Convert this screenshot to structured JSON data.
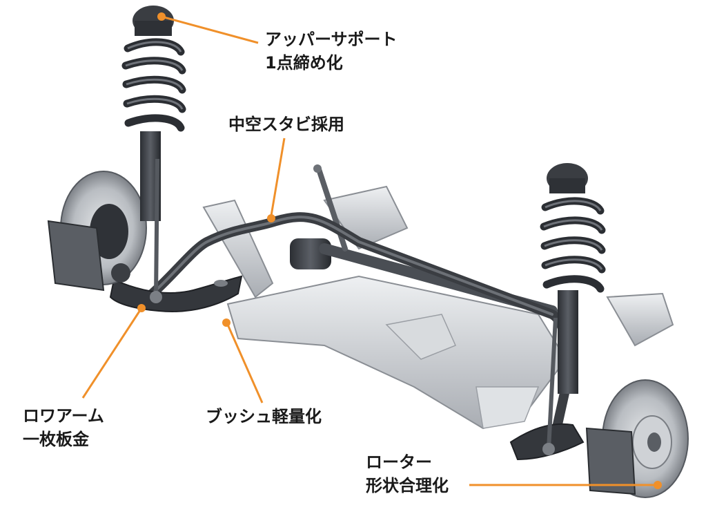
{
  "colors": {
    "leader": "#F0902A",
    "metal_dark": "#3a3d42",
    "metal_mid": "#6e7278",
    "metal_light": "#c9ccd0",
    "label_text": "#1a1a1a"
  },
  "labels": {
    "upper_support": {
      "line1": "アッパーサポート",
      "line2": "1点締め化"
    },
    "hollow_stabi": {
      "line1": "中空スタビ採用"
    },
    "lower_arm": {
      "line1": "ロワアーム",
      "line2": "一枚板金"
    },
    "bush": {
      "line1": "ブッシュ軽量化"
    },
    "rotor": {
      "line1": "ローター",
      "line2": "形状合理化"
    }
  }
}
